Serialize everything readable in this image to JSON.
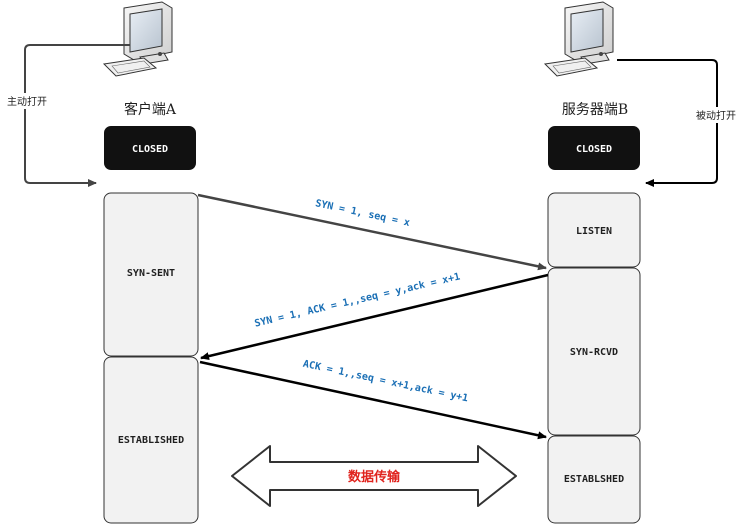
{
  "client": {
    "title": "客户端A",
    "closed_label": "CLOSED",
    "side_label": "主动打开",
    "states": [
      "SYN-SENT",
      "ESTABLISHED"
    ]
  },
  "server": {
    "title": "服务器端B",
    "closed_label": "CLOSED",
    "side_label": "被动打开",
    "states": [
      "LISTEN",
      "SYN-RCVD",
      "ESTABLSHED"
    ]
  },
  "messages": {
    "m1": "SYN = 1, seq = x",
    "m2": "SYN = 1, ACK = 1,,seq = y,ack = x+1",
    "m3": "ACK = 1,,seq = x+1,ack = y+1"
  },
  "data_transfer": "数据传输",
  "icons": [
    "computer-icon",
    "computer-icon"
  ],
  "colors": {
    "box_dark": "#111111",
    "state_fill": "#f2f2f2",
    "message_blue": "#1a6fb5",
    "transfer_red": "#e0231d"
  }
}
